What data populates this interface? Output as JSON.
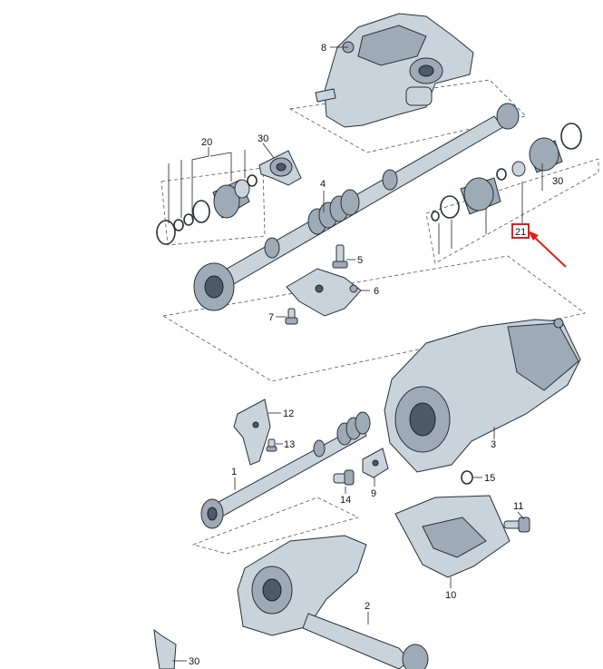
{
  "colors": {
    "part_fill": "#c9d3dc",
    "part_shade": "#9eabb7",
    "outline": "#2a2f35",
    "highlight_box": "#e0201c",
    "arrow": "#e0201c"
  },
  "callouts": {
    "c8": "8",
    "c20": "20",
    "c30a": "30",
    "c4": "4",
    "c5": "5",
    "c6": "6",
    "c7": "7",
    "c30b": "30",
    "c21": "21",
    "c12": "12",
    "c13": "13",
    "c1": "1",
    "c3": "3",
    "c15": "15",
    "c14": "14",
    "c9": "9",
    "c11": "11",
    "c10": "10",
    "c2": "2",
    "c30c": "30"
  },
  "highlight": {
    "label_ref": "c21",
    "icon": "red-arrow-icon"
  }
}
